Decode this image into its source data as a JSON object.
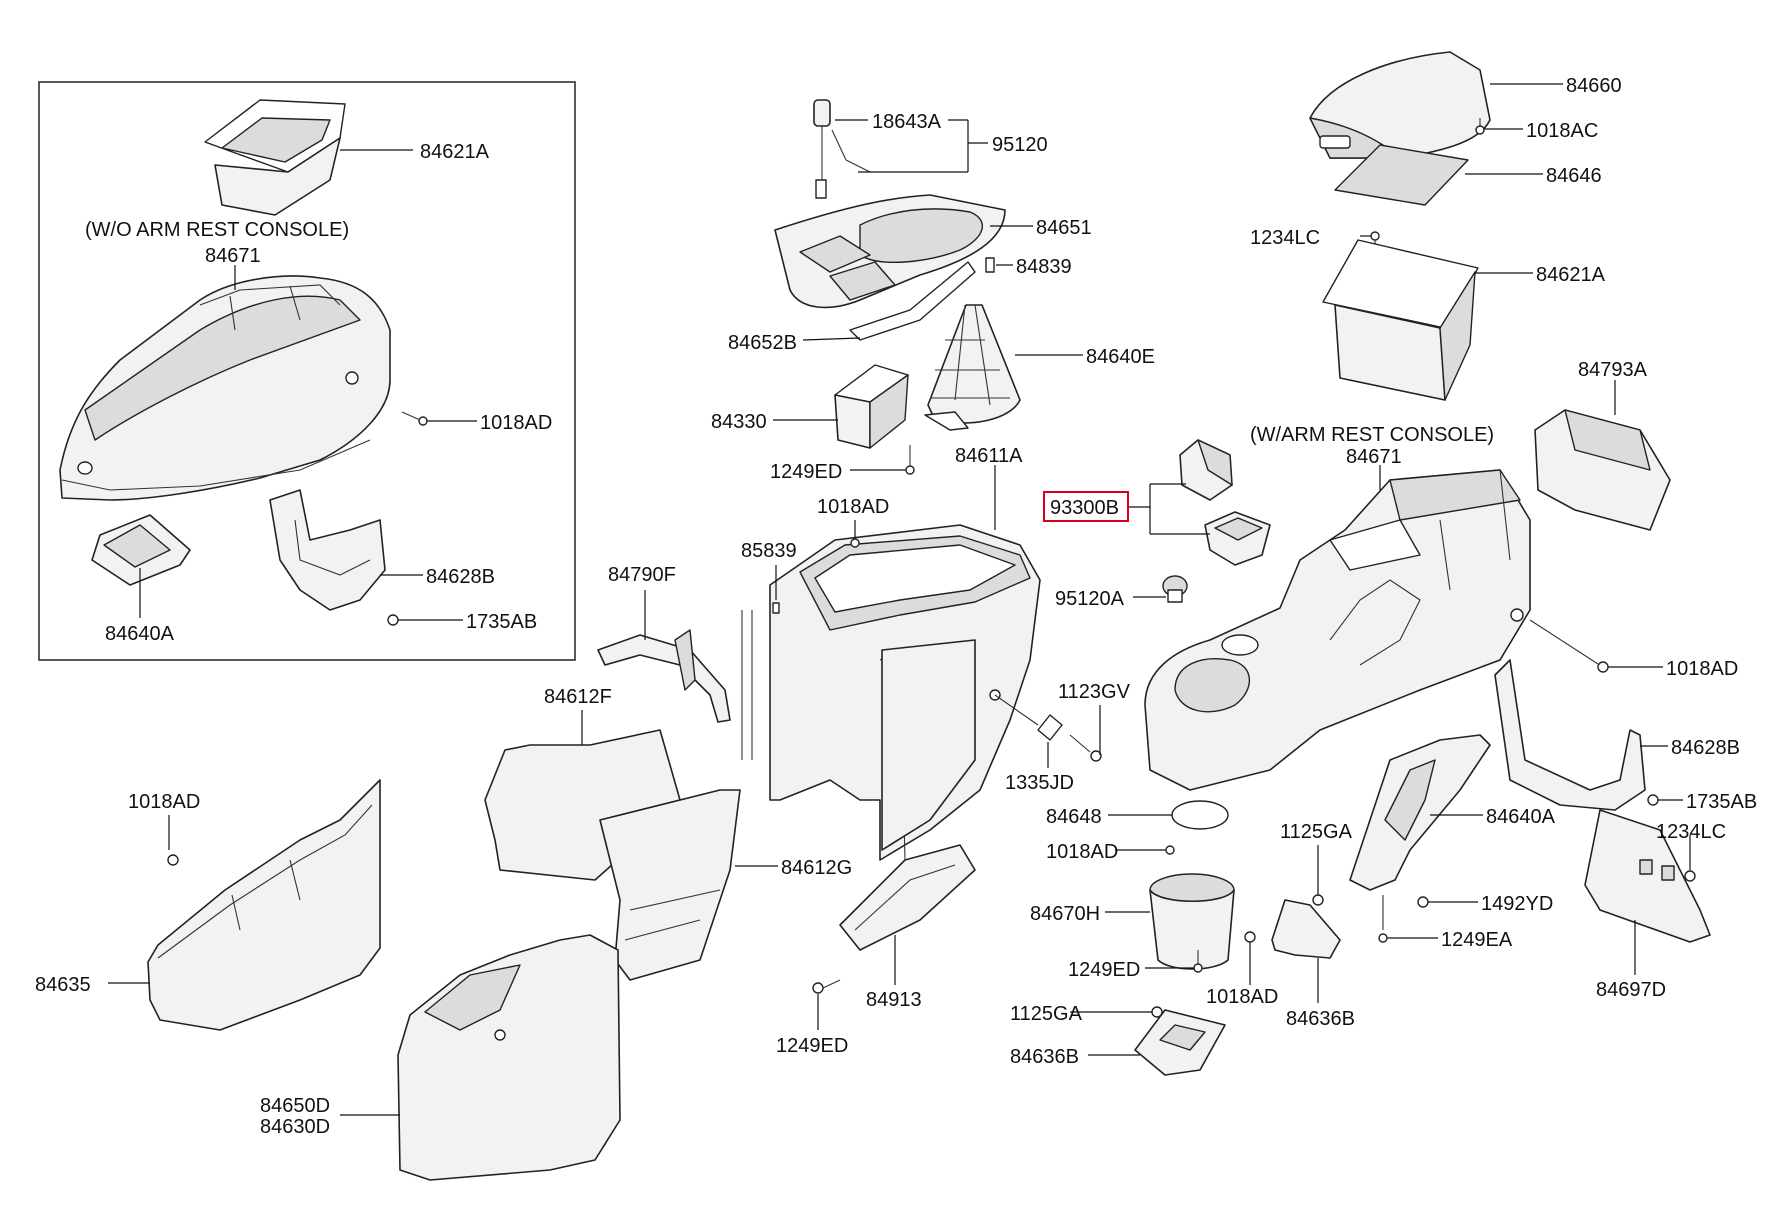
{
  "notes": {
    "without_armrest": "(W/O ARM REST CONSOLE)",
    "with_armrest": "(W/ARM REST CONSOLE)"
  },
  "highlight_color": "#d9001b",
  "labels": {
    "l84621A_inset": "84621A",
    "l84671_inset": "84671",
    "l1018AD_inset": "1018AD",
    "l84628B_inset": "84628B",
    "l84640A_inset": "84640A",
    "l1735AB_inset": "1735AB",
    "l18643A": "18643A",
    "l95120": "95120",
    "l84651": "84651",
    "l84839": "84839",
    "l84652B": "84652B",
    "l84640E": "84640E",
    "l84330": "84330",
    "l1249ED_a": "1249ED",
    "l84611A": "84611A",
    "l1018AD_a": "1018AD",
    "l85839": "85839",
    "l84790F": "84790F",
    "l84612F": "84612F",
    "l1123GV": "1123GV",
    "l1335JD": "1335JD",
    "l84612G": "84612G",
    "l1018AD_b": "1018AD",
    "l84635": "84635",
    "l84913": "84913",
    "l1249ED_b": "1249ED",
    "l84650D": "84650D",
    "l84630D": "84630D",
    "l84660": "84660",
    "l1018AC": "1018AC",
    "l84646": "84646",
    "l1234LC_a": "1234LC",
    "l84621A": "84621A",
    "l84793A": "84793A",
    "l84671": "84671",
    "l93300B": "93300B",
    "l95120A": "95120A",
    "l1018AD_c": "1018AD",
    "l84628B": "84628B",
    "l1735AB": "1735AB",
    "l1234LC_b": "1234LC",
    "l84640A": "84640A",
    "l1125GA_a": "1125GA",
    "l84648": "84648",
    "l1018AD_d": "1018AD",
    "l84670H": "84670H",
    "l1249ED_c": "1249ED",
    "l1492YD": "1492YD",
    "l1249EA": "1249EA",
    "l1018AD_e": "1018AD",
    "l84636B_a": "84636B",
    "l84697D": "84697D",
    "l1125GA_b": "1125GA",
    "l84636B_b": "84636B"
  }
}
